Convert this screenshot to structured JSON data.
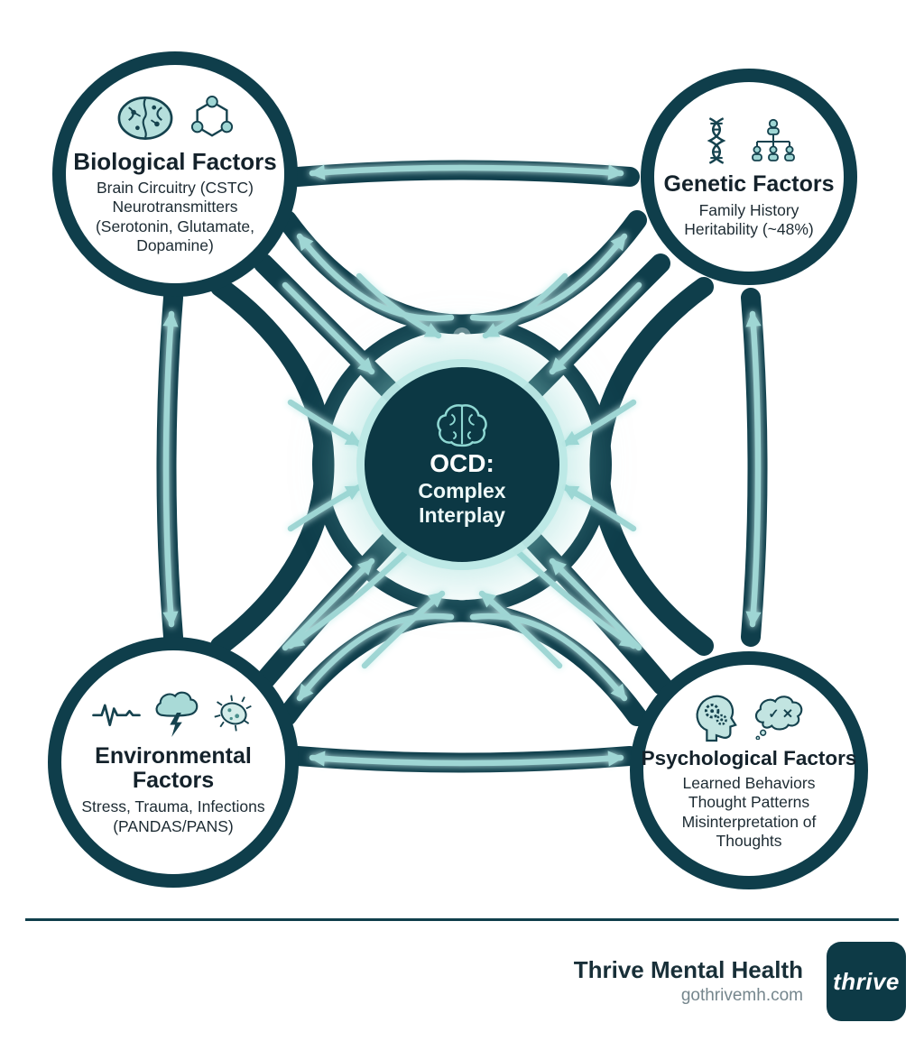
{
  "nodes": {
    "biological": {
      "title": "Biological Factors",
      "lines": [
        "Brain Circuitry (CSTC)",
        "Neurotransmitters",
        "(Serotonin, Glutamate,",
        "Dopamine)"
      ],
      "icons": [
        "brain-circuit-icon",
        "molecule-icon"
      ]
    },
    "genetic": {
      "title": "Genetic Factors",
      "lines": [
        "Family History",
        "Heritability (~48%)"
      ],
      "icons": [
        "dna-icon",
        "family-tree-icon"
      ]
    },
    "environmental": {
      "title": "Environmental Factors",
      "lines": [
        "Stress, Trauma, Infections",
        "(PANDAS/PANS)"
      ],
      "icons": [
        "ekg-icon",
        "storm-cloud-icon",
        "germ-icon"
      ]
    },
    "psychological": {
      "title": "Psychological Factors",
      "lines": [
        "Learned Behaviors",
        "Thought Patterns",
        "Misinterpretation of",
        "Thoughts"
      ],
      "icons": [
        "head-gears-icon",
        "thought-bubble-icon"
      ]
    }
  },
  "center": {
    "icon": "brain-icon",
    "lines": [
      "OCD:",
      "Complex",
      "Interplay"
    ]
  },
  "footer": {
    "brand": "Thrive Mental Health",
    "website": "gothrivemh.com",
    "logo_text": "thrive"
  },
  "colors": {
    "dark_teal": "#0f3e4b",
    "light_teal": "#9fd6d4",
    "glow": "#c9efed",
    "center_fill": "#0c3844",
    "text_dark": "#14222b"
  }
}
